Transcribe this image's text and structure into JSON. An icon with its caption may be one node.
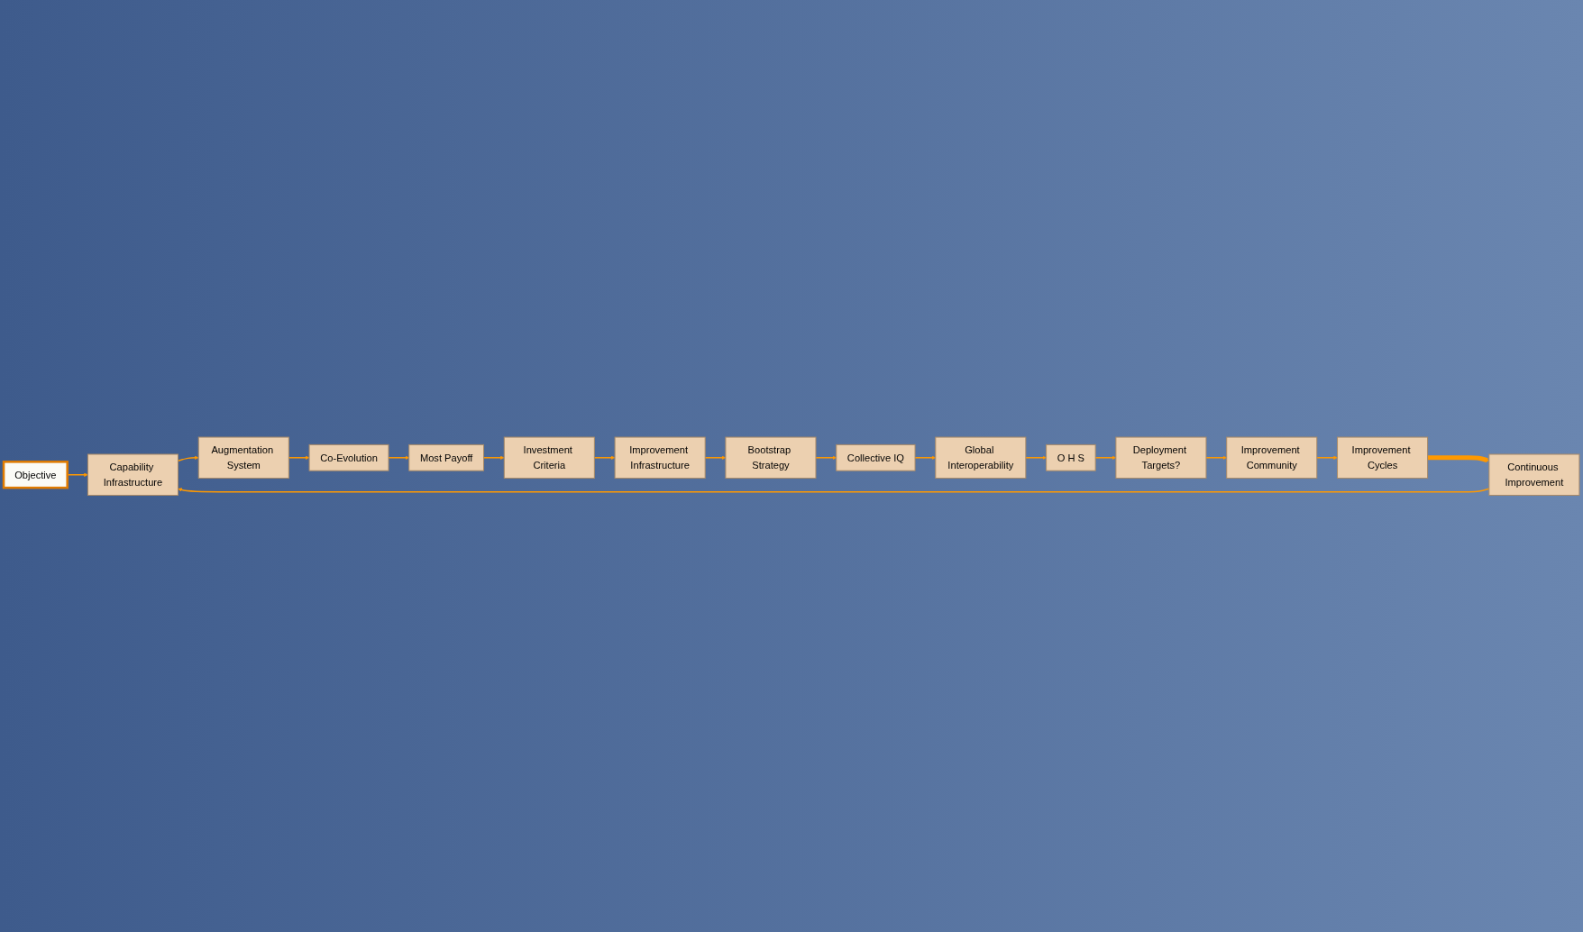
{
  "diagram": {
    "nodes": [
      {
        "text": [
          "Objective"
        ]
      },
      {
        "text": [
          "Capability Infrastructure"
        ]
      },
      {
        "text": [
          "Augmentation System"
        ]
      },
      {
        "text": [
          "Co-Evolution"
        ]
      },
      {
        "text": [
          "Most Payoff"
        ]
      },
      {
        "text": [
          "Continuous Improvement"
        ]
      },
      {
        "text": [
          "Investment Criteria"
        ]
      },
      {
        "text": [
          "Improvement Infrastructure"
        ]
      },
      {
        "text": [
          "Improvement Cycles"
        ]
      },
      {
        "text": [
          "Bootstrap Strategy"
        ]
      },
      {
        "text": [
          "Improvement Community"
        ]
      },
      {
        "text": [
          "Deployment Targets?"
        ]
      },
      {
        "text": [
          "O H S"
        ]
      },
      {
        "text": [
          "Global Interoperability"
        ]
      },
      {
        "text": [
          "Collective IQ"
        ]
      }
    ],
    "edges": [
      {
        "from": 0,
        "to": 1,
        "arrow": "to"
      },
      {
        "from": 1,
        "to": 2,
        "arrow": "to"
      },
      {
        "from": 2,
        "to": 3,
        "arrow": "to"
      },
      {
        "from": 3,
        "to": 4,
        "arrow": "to"
      },
      {
        "from": 4,
        "to": 6,
        "arrow": "to"
      },
      {
        "from": 6,
        "to": 7,
        "arrow": "to"
      },
      {
        "from": 7,
        "to": 9,
        "arrow": "to"
      },
      {
        "from": 9,
        "to": 14,
        "arrow": "to"
      },
      {
        "from": 14,
        "to": 13,
        "arrow": "to"
      },
      {
        "from": 13,
        "to": 12,
        "arrow": "to"
      },
      {
        "from": 12,
        "to": 11,
        "arrow": "to"
      },
      {
        "from": 11,
        "to": 10,
        "arrow": "to"
      },
      {
        "from": 10,
        "to": 8,
        "arrow": "to"
      },
      {
        "from": 8,
        "to": 5,
        "arrow": "to",
        "style": "thick"
      },
      {
        "from": 5,
        "to": 1,
        "arrow": "to"
      }
    ]
  }
}
